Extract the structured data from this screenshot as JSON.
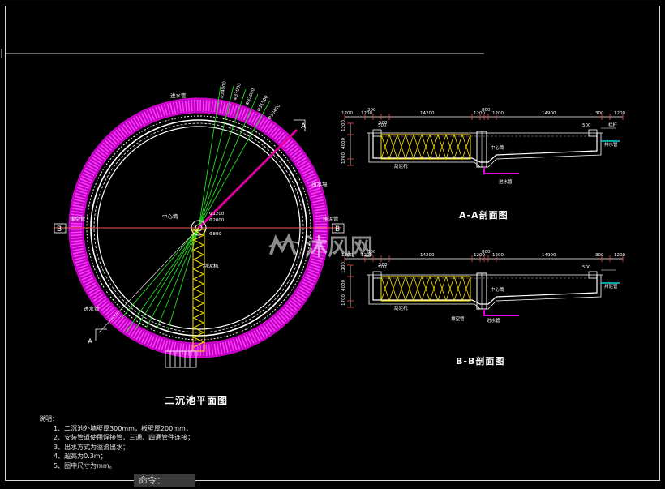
{
  "plan": {
    "title": "二沉池平面图",
    "labels": {
      "inlet_top": "进水管",
      "inlet_bottom": "进水管",
      "center": "中心筒",
      "outlet_left": "排空管",
      "outlet_right": "排泥管",
      "bridge": "刮泥机",
      "weir": "出水堰",
      "section_a_top": "A",
      "section_a_bottom": "A",
      "section_b_left": "B",
      "section_b_right": "B",
      "center_dims": [
        "Φ1200",
        "Φ2000",
        "Φ800"
      ],
      "diameters": [
        "Φ34000",
        "Φ33000",
        "Φ32000",
        "Φ31500",
        "Φ30400"
      ]
    }
  },
  "section_aa": {
    "title": "A-A剖面图",
    "top_dims": [
      "1200",
      "300",
      "1200",
      "500",
      "14200",
      "1200",
      "800",
      "1200",
      "14900",
      "300",
      "1200"
    ],
    "left_dims": [
      "1200",
      "4000",
      "1700"
    ],
    "labels": {
      "center": "中心筒",
      "bridge": "刮泥机",
      "inlet": "进水管",
      "outlet": "排水管",
      "rail": "栏杆",
      "d500": "500",
      "d500b": "500"
    }
  },
  "section_bb": {
    "title": "B-B剖面图",
    "top_dims": [
      "1200",
      "300",
      "1200",
      "500",
      "14200",
      "1200",
      "800",
      "1200",
      "14900",
      "300",
      "1200"
    ],
    "left_dims": [
      "1200",
      "4000",
      "1700"
    ],
    "labels": {
      "center": "中心筒",
      "bridge": "刮泥机",
      "drain": "排空管",
      "inlet": "进水管",
      "sludge": "排泥管",
      "d500": "500",
      "d500b": "500"
    }
  },
  "notes": {
    "heading": "说明：",
    "items": [
      "1、二沉池外墙壁厚300mm，板壁厚200mm；",
      "2、安装管道使用焊接管，三通、四通管件连接；",
      "3、出水方式为溢流出水；",
      "4、超高为0.3m；",
      "5、图中尺寸为mm。"
    ]
  },
  "command_bar": {
    "text": "命令："
  },
  "watermark": {
    "text": "沐风网"
  },
  "colors": {
    "background": "#000000",
    "magenta": "#d400d4",
    "yellow": "#ffe600",
    "green": "#22dd22",
    "red": "#ff4444",
    "cyan": "#00ffff"
  }
}
